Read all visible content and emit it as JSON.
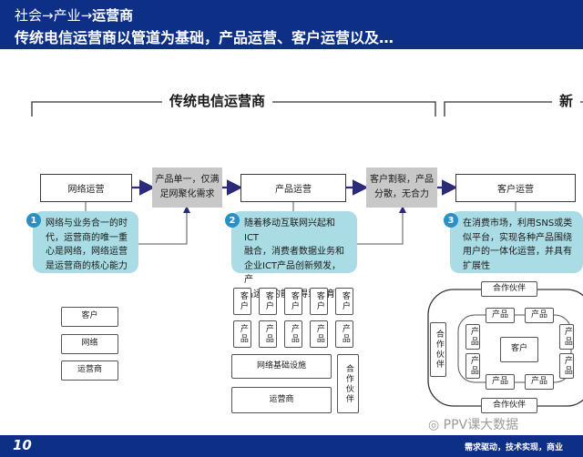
{
  "header": {
    "breadcrumb_prefix": "社会→产业→",
    "breadcrumb_current": "运营商",
    "subtitle": "传统电信运营商以管道为基础，产品运营、客户运营以及…"
  },
  "sections": {
    "traditional_title": "传统电信运营商",
    "new_title": "新"
  },
  "flow": {
    "network_ops": "网络运营",
    "gap1": [
      "产品单一，仅满",
      "足网聚化需求"
    ],
    "product_ops": "产品运营",
    "gap2": [
      "客户割裂，产品",
      "分散，无合力"
    ],
    "customer_ops": "客户运营"
  },
  "callouts": [
    {
      "num": "1",
      "lines": [
        "网络与业务合一的时",
        "代，运营商的唯一重",
        "心是网络，网络运营",
        "是运营商的核心能力"
      ]
    },
    {
      "num": "2",
      "lines": [
        "随着移动互联网兴起和ICT",
        "融合，消费者数据业务和",
        "企业ICT产品创新频发，产",
        "品运营的能力得到发育"
      ]
    },
    {
      "num": "3",
      "lines": [
        "在消费市场，利用SNS或类",
        "似平台，实现各种产品围绕",
        "用户的一体化运营，并具有",
        "扩展性"
      ]
    }
  ],
  "left_stack": [
    "客户",
    "网络",
    "运营商"
  ],
  "mid": {
    "client": "客户",
    "product": "产品",
    "infra": "网络基础设施",
    "operator": "运营商",
    "partner": "合作伙伴"
  },
  "right": {
    "partner_top": "合作伙伴",
    "partner_bottom": "合作伙伴",
    "partner_left": "合作伙伴",
    "product": "产品",
    "client": "客户"
  },
  "watermark": "PPV课大数据",
  "footer": {
    "page_number": "10",
    "slogan": "需求驱动，技术实现，商业"
  },
  "colors": {
    "header_bg": "#0d2f86",
    "callout_bg": "#a9dce4",
    "badge": "#2a8fc7",
    "arrow": "#2b2b7a"
  }
}
